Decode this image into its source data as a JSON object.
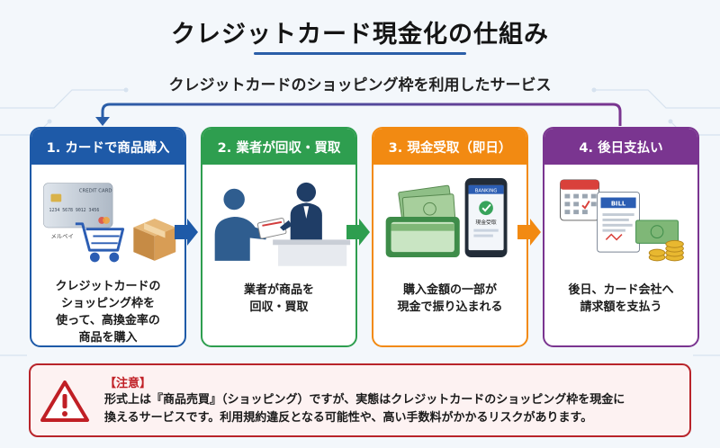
{
  "header": {
    "title": "クレジットカード現金化の仕組み",
    "subtitle": "クレジットカードのショッピング枠を利用したサービス"
  },
  "steps": [
    {
      "label": "1. カードで商品購入",
      "lines": [
        "クレジットカードの",
        "ショッピング枠を",
        "使って、高換金率の",
        "商品を購入"
      ],
      "color": "#1e5aa8",
      "illus": {
        "card_text": "CREDIT CARD",
        "card_number": "1234 5678 9012 3456",
        "brand": "メルペイ"
      }
    },
    {
      "label": "2. 業者が回収・買取",
      "lines": [
        "業者が商品を",
        "回収・買取"
      ],
      "color": "#2e9e4f"
    },
    {
      "label": "3. 現金受取（即日）",
      "lines": [
        "購入金額の一部が",
        "現金で振り込まれる"
      ],
      "color": "#f28a12",
      "illus": {
        "phone_header": "BANKING",
        "phone_label": "現金受取"
      }
    },
    {
      "label": "4. 後日支払い",
      "lines": [
        "後日、カード会社へ",
        "請求額を支払う"
      ],
      "color": "#7a3590",
      "illus": {
        "bill_label": "BILL"
      }
    }
  ],
  "warning": {
    "label": "【注意】",
    "line1": "形式上は『商品売買』（ショッピング）ですが、実態はクレジットカードのショッピング枠を現金に",
    "line2": "換えるサービスです。利用規約違反となる可能性や、高い手数料がかかるリスクがあります。",
    "icon": "warning-triangle-icon"
  }
}
